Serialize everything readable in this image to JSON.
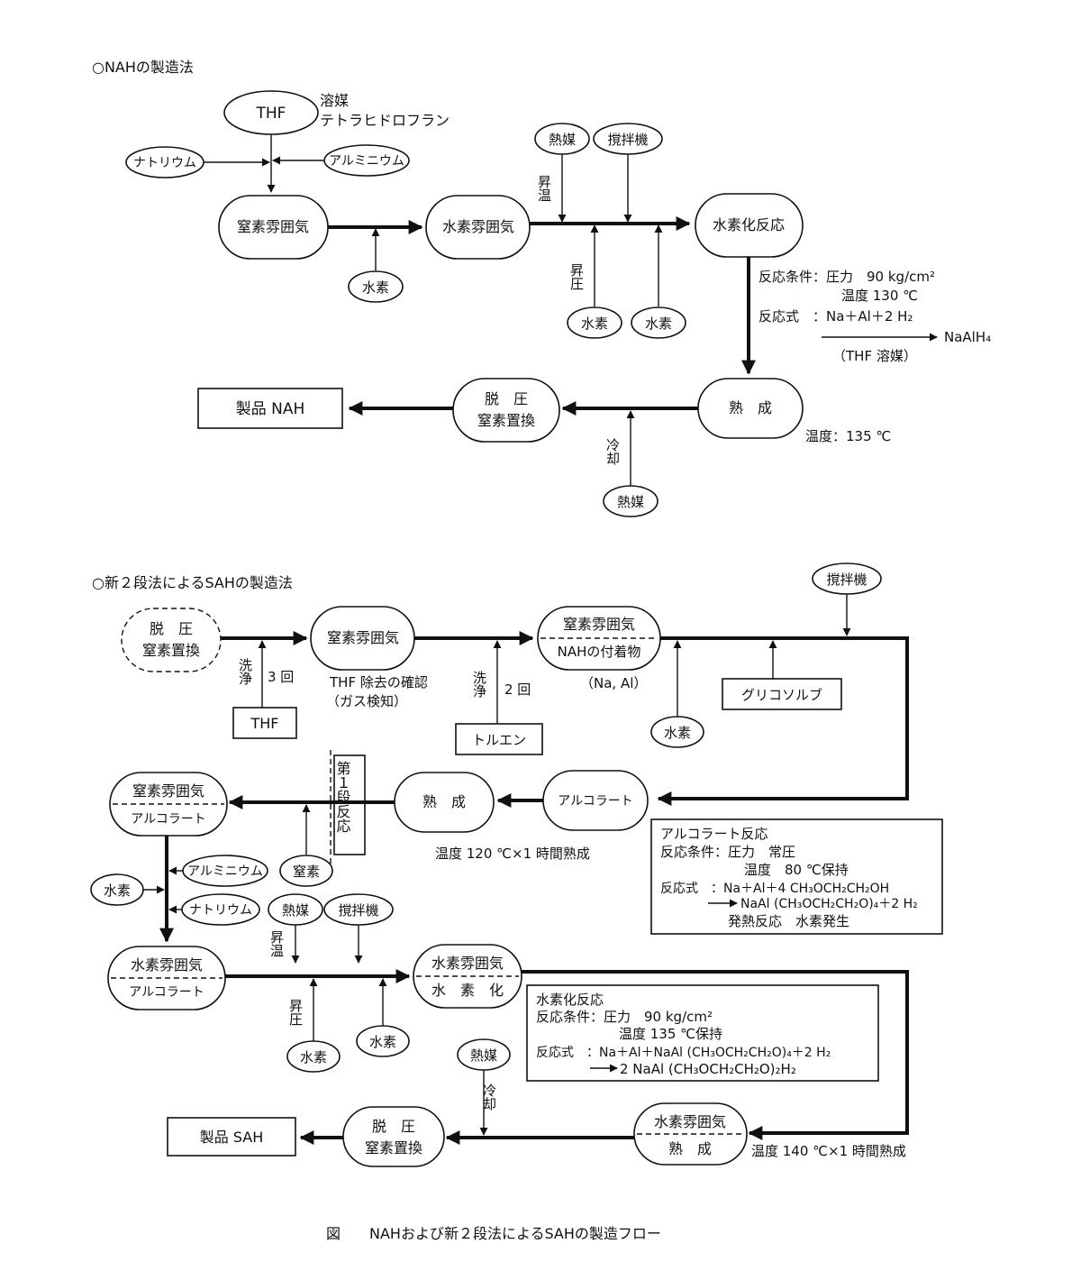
{
  "titles": {
    "nah": "○NAHの製造法",
    "sah": "○新２段法によるSAHの製造法",
    "figure": "図　　NAHおよび新２段法によるSAHの製造フロー"
  },
  "nah": {
    "thf": "THF",
    "solvent_label": "溶媒",
    "solvent_name": "テトラヒドロフラン",
    "sodium": "ナトリウム",
    "aluminium": "アルミニウム",
    "n2_atm": "窒素雰囲気",
    "h2_atm": "水素雰囲気",
    "hydrogenation": "水素化反応",
    "hydrogen": "水素",
    "heat_medium": "熱媒",
    "stirrer": "撹拌機",
    "heat_up": "昇温",
    "pressurize": "昇圧",
    "cond_pressure": "反応条件：圧力　90 kg/cm²",
    "cond_temp": "温度 130 ℃",
    "eq_left": "反応式　：Na＋Al＋2 H₂",
    "eq_right": "NaAlH₄",
    "eq_solvent": "（THF 溶媒）",
    "aging": "熟　成",
    "aging_temp": "温度：135 ℃",
    "depress_1": "脱　圧",
    "depress_2": "窒素置換",
    "product": "製品 NAH",
    "cooling": "冷却",
    "heat_medium2": "熱媒"
  },
  "sah": {
    "depress_1": "脱　圧",
    "depress_2": "窒素置換",
    "n2_atm": "窒素雰囲気",
    "wash": "洗浄",
    "times3": "3 回",
    "thf": "THF",
    "thf_check_1": "THF 除去の確認",
    "thf_check_2": "（ガス検知）",
    "wash2": "洗浄",
    "times2": "2 回",
    "toluene": "トルエン",
    "n2_atm2": "窒素雰囲気",
    "nah_adhered": "NAHの付着物",
    "na_al": "（Na, Al）",
    "hydrogen": "水素",
    "glycosolve": "グリコソルブ",
    "stirrer": "撹拌機",
    "alcoholate": "アルコラート",
    "aging": "熟　成",
    "aging1_temp": "温度 120 ℃×1 時間熟成",
    "stage1": "第１段反応",
    "n2_atm3": "窒素雰囲気",
    "alcoholate2": "アルコラート",
    "nitrogen": "窒素",
    "aluminium": "アルミニウム",
    "sodium": "ナトリウム",
    "hydrogen2": "水素",
    "alc_box_title": "アルコラート反応",
    "alc_cond_1": "反応条件：圧力　常圧",
    "alc_cond_2": "温度　80 ℃保持",
    "alc_eq_1": "反応式　：Na＋Al＋4 CH₃OCH₂CH₂OH",
    "alc_eq_2": "NaAl (CH₃OCH₂CH₂O)₄＋2 H₂",
    "alc_note": "発熱反応　水素発生",
    "heat_medium": "熱媒",
    "stirrer2": "撹拌機",
    "heat_up": "昇温",
    "h2_atm": "水素雰囲気",
    "alcoholate3": "アルコラート",
    "h2_atm2": "水素雰囲気",
    "hydro_lbl": "水　素　化",
    "pressurize": "昇圧",
    "hydrogen3": "水素",
    "hydrogen4": "水素",
    "hyd_box_title": "水素化反応",
    "hyd_cond_1": "反応条件：圧力　90 kg/cm²",
    "hyd_cond_2": "温度 135 ℃保持",
    "hyd_eq_1": "反応式　：Na＋Al＋NaAl (CH₃OCH₂CH₂O)₄＋2 H₂",
    "hyd_eq_2": "2 NaAl (CH₃OCH₂CH₂O)₂H₂",
    "heat_medium2": "熱媒",
    "cooling": "冷却",
    "h2_atm3": "水素雰囲気",
    "aging2": "熟　成",
    "aging2_temp": "温度 140 ℃×1 時間熟成",
    "depress2_1": "脱　圧",
    "depress2_2": "窒素置換",
    "product": "製品 SAH"
  }
}
